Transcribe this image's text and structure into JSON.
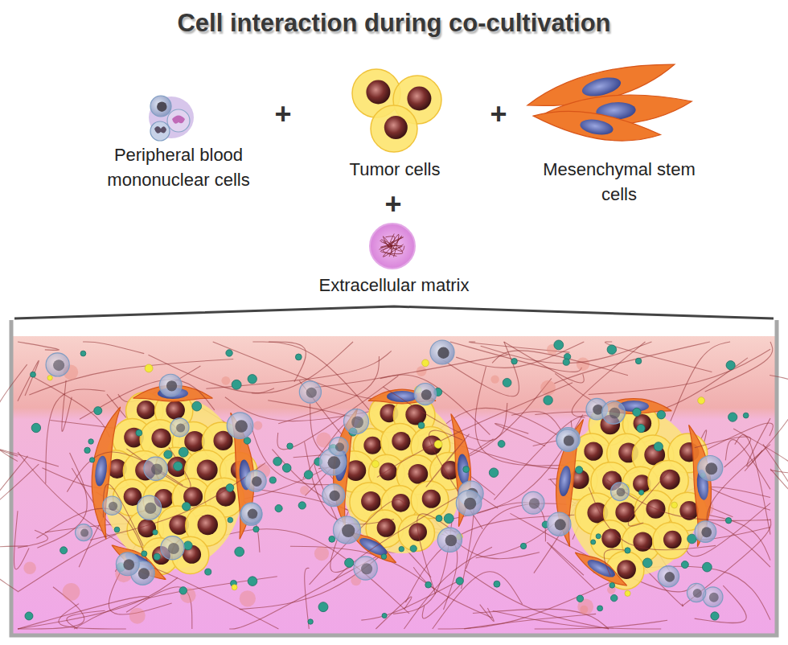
{
  "diagram": {
    "title": "Cell interaction during co-cultivation",
    "labels": [
      "Peripheral blood mononuclear cells",
      "+",
      "Tumor cells",
      "+",
      "Mesenchymal stem cells",
      "+",
      "Extracellular matrix"
    ]
  }
}
